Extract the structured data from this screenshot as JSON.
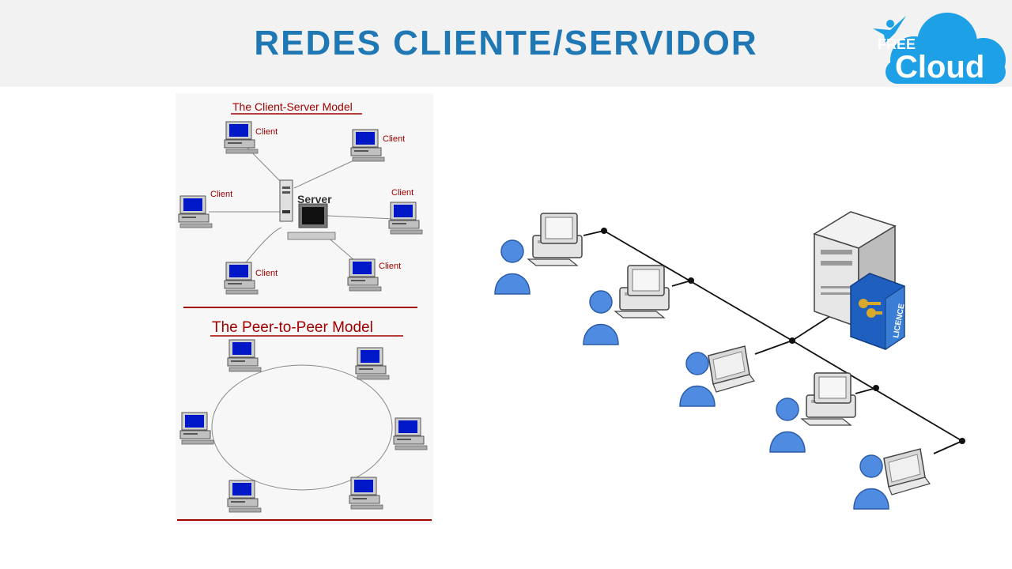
{
  "slide": {
    "title": "REDES CLIENTE/SERVIDOR"
  },
  "logo": {
    "free_text": "FREE",
    "cloud_text": "Cloud",
    "color": "#1ea0e6"
  },
  "client_server_model": {
    "title": "The Client-Server Model",
    "server_label": "Server",
    "client_labels": [
      "Client",
      "Client",
      "Client",
      "Client",
      "Client",
      "Client"
    ],
    "title_color": "#a00000"
  },
  "peer_to_peer_model": {
    "title": "The Peer-to-Peer Model"
  },
  "network_diagram": {
    "licence_label": "LICENCE",
    "accent": "#3a7fd5"
  }
}
